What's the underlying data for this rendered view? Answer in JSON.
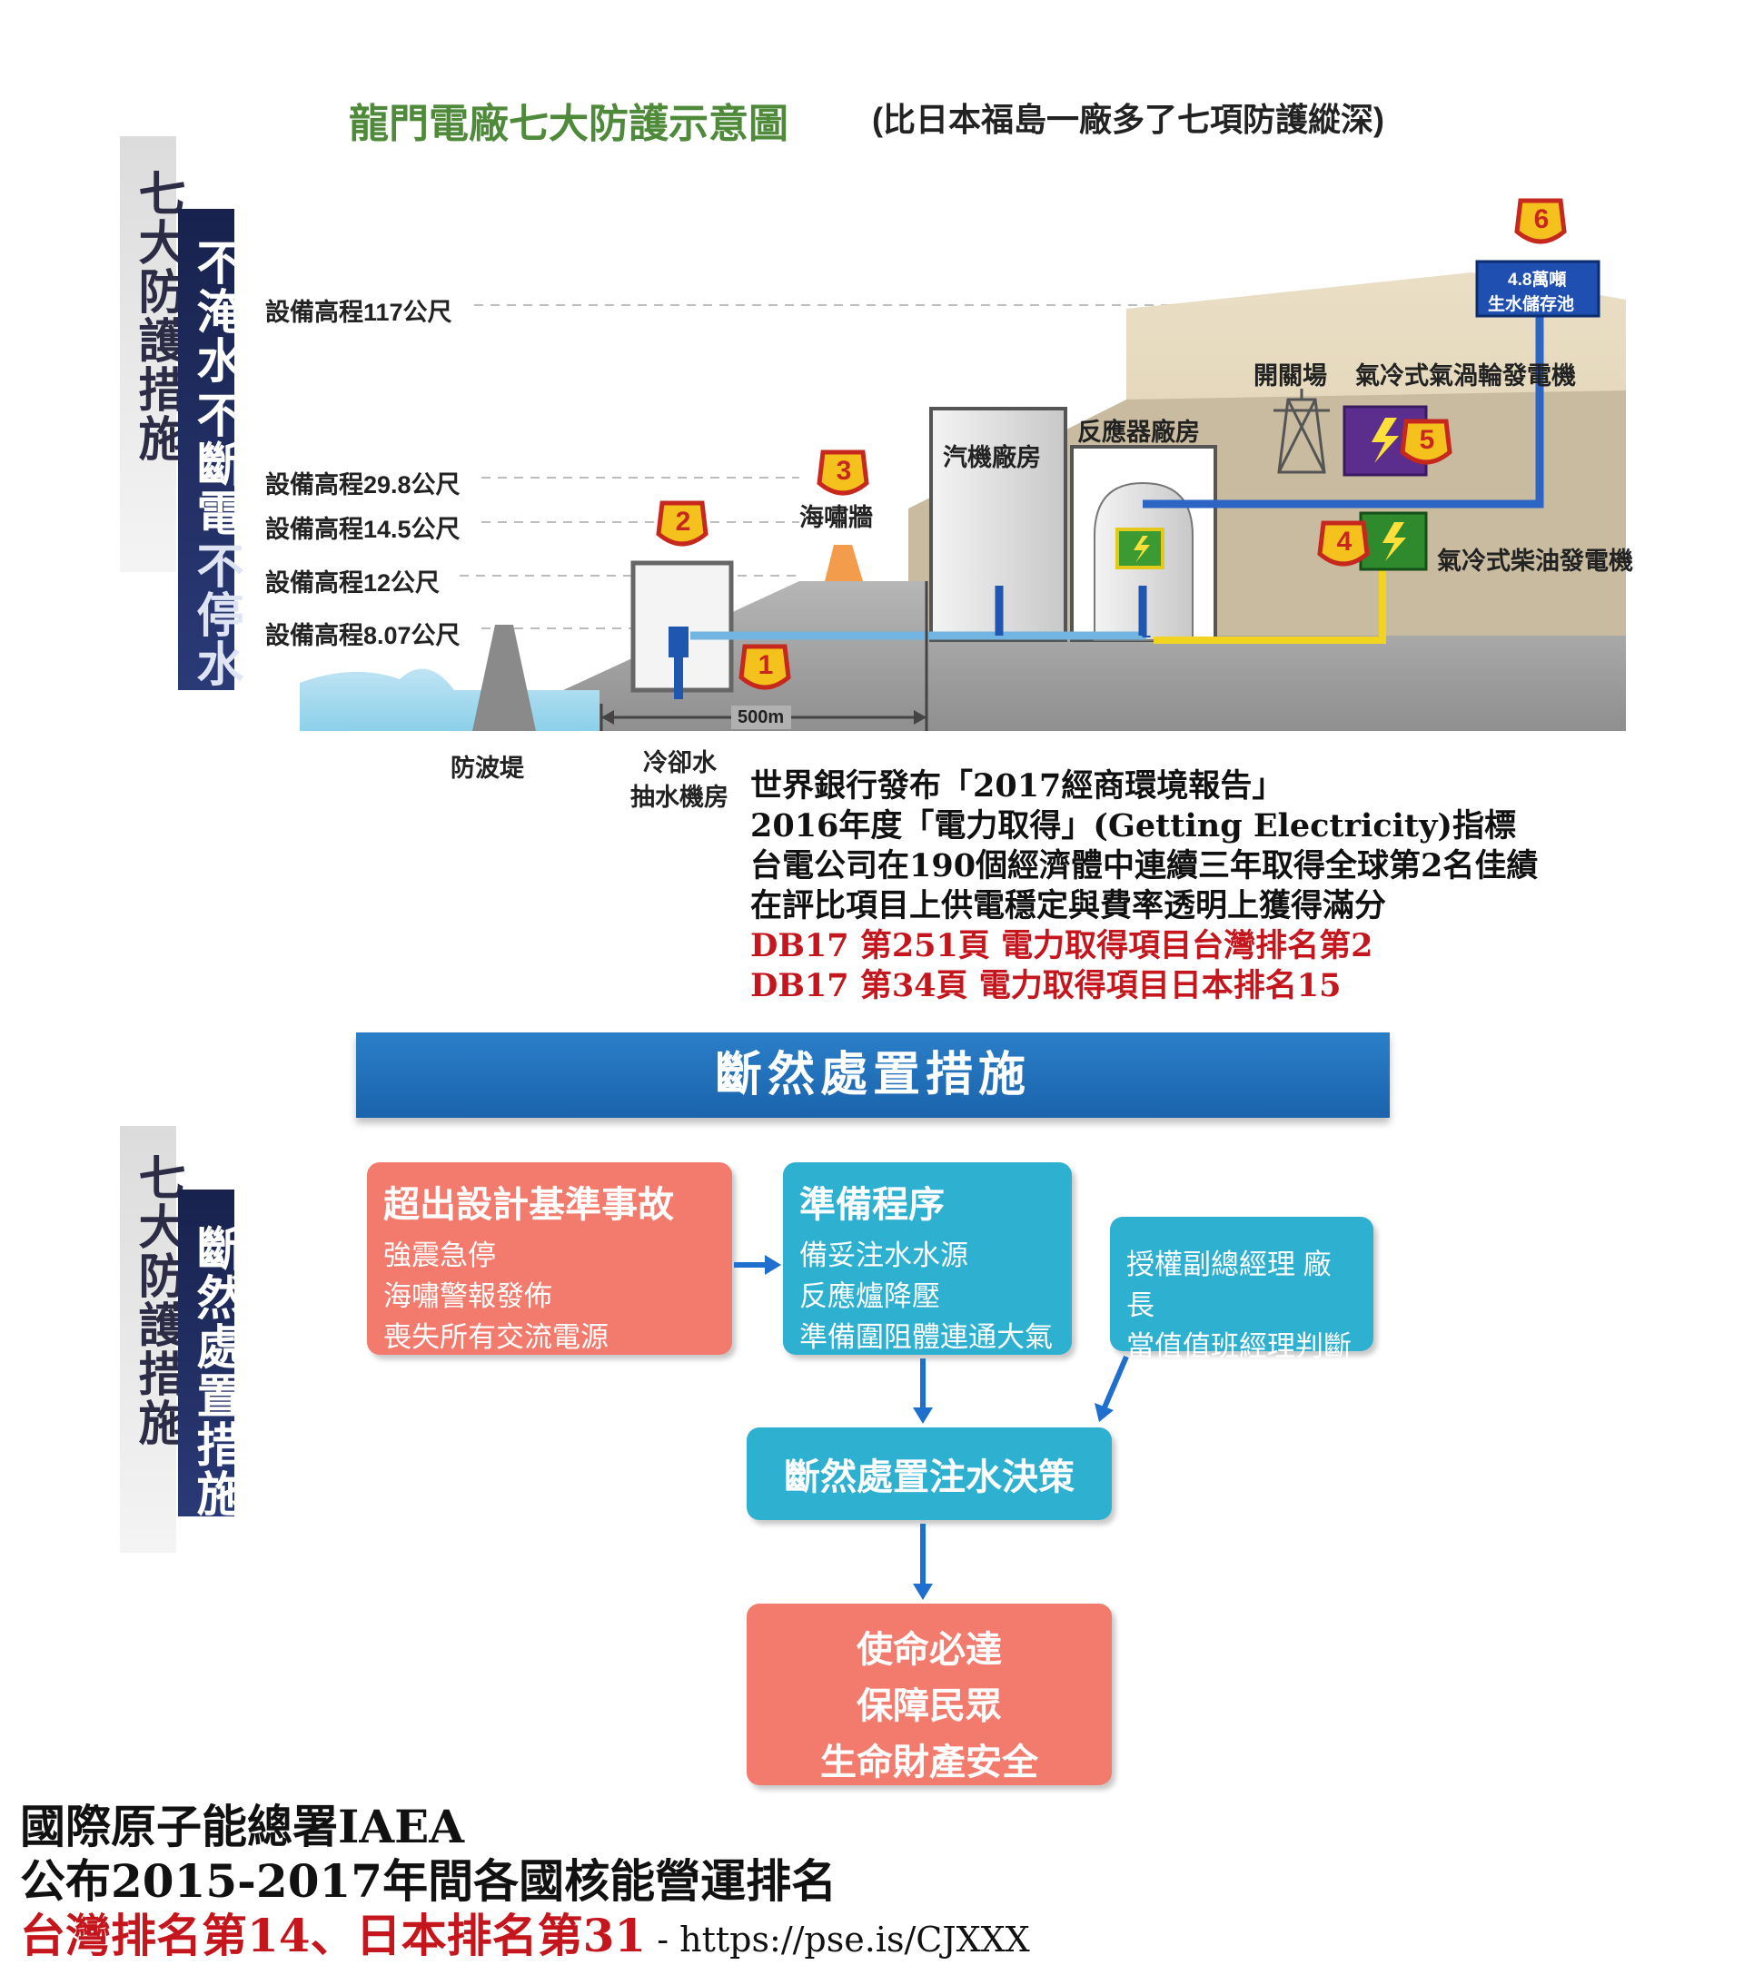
{
  "top_diagram": {
    "title": "龍門電廠七大防護示意圖",
    "subtitle": "(比日本福島一廠多了七項防護縱深)",
    "side_label": "七大防護措施",
    "side_sub_label_1": "不淹水",
    "side_sub_label_2": "不斷電",
    "side_sub_label_3": "不停水",
    "elevations": [
      "設備高程117公尺",
      "設備高程29.8公尺",
      "設備高程14.5公尺",
      "設備高程12公尺",
      "設備高程8.07公尺"
    ],
    "labels": {
      "breakwater": "防波堤",
      "cooling_pump_1": "冷卻水",
      "cooling_pump_2": "抽水機房",
      "distance": "500m",
      "tsunami_wall": "海嘯牆",
      "turbine": "汽機廠房",
      "reactor": "反應器廠房",
      "switchyard": "開關場",
      "gas_turbine": "氣冷式氣渦輪發電機",
      "diesel": "氣冷式柴油發電機",
      "reservoir_1": "4.8萬噸",
      "reservoir_2": "生水儲存池"
    },
    "badges": [
      "1",
      "2",
      "3",
      "4",
      "5",
      "6"
    ]
  },
  "notes": {
    "line1": "世界銀行發布「2017經商環境報告」",
    "line2": "2016年度「電力取得」(Getting Electricity)指標",
    "line3": "台電公司在190個經濟體中連續三年取得全球第2名佳績",
    "line4": "在評比項目上供電穩定與費率透明上獲得滿分",
    "red1": "DB17  第251頁  電力取得項目台灣排名第2",
    "red2": "DB17  第34頁  電力取得項目日本排名15"
  },
  "flow": {
    "banner": "斷然處置措施",
    "side_label": "七大防護措施",
    "side_sub_label": "斷然處置措施",
    "box1": {
      "title": "超出設計基準事故",
      "lines": [
        "強震急停",
        "海嘯警報發佈",
        "喪失所有交流電源"
      ]
    },
    "box2": {
      "title": "準備程序",
      "lines": [
        "備妥注水水源",
        "反應爐降壓",
        "準備圍阻體連通大氣"
      ]
    },
    "box3": {
      "lines": [
        "授權副總經理  廠長",
        "當值值班經理判斷"
      ]
    },
    "box4": {
      "title": "斷然處置注水決策"
    },
    "box5": {
      "lines": [
        "使命必達",
        "保障民眾",
        "生命財產安全"
      ]
    }
  },
  "footer": {
    "line1": "國際原子能總署IAEA",
    "line2": "公布2015-2017年間各國核能營運排名",
    "line3_red": "台灣排名第14、日本排名第31",
    "line3_url": " - https://pse.is/CJXXX"
  },
  "colors": {
    "title_green": "#4e8a3a",
    "navy": "#1c2756",
    "banner_blue": "#1f6fb8",
    "box_red": "#f37b6d",
    "box_teal": "#2eb0d0",
    "note_red": "#c4161c"
  }
}
